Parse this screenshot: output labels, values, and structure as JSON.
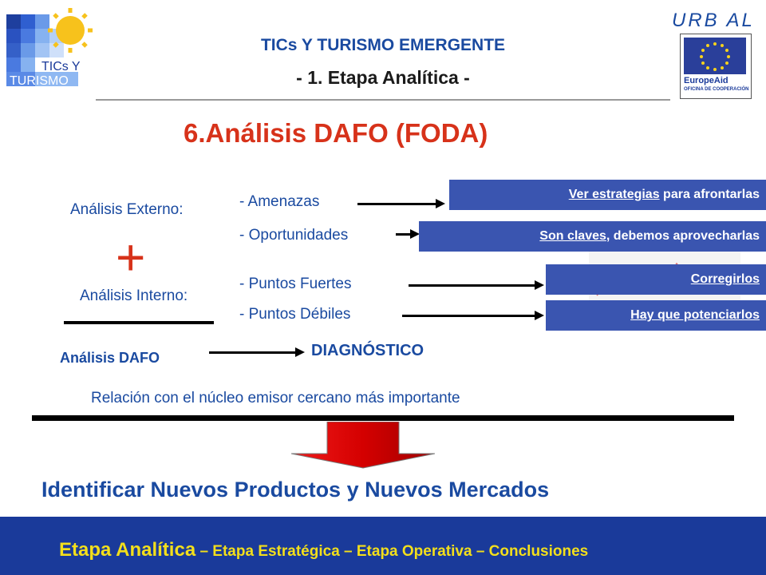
{
  "logo_left": {
    "line1": "TICs Y",
    "line2": "TURISMO"
  },
  "logo_right": {
    "brand": "URB AL",
    "eu_name": "EuropeAid",
    "eu_sub": "OFICINA DE COOPERACIÓN"
  },
  "header": {
    "title": "TICs Y TURISMO EMERGENTE",
    "subtitle": "- 1. Etapa Analítica -"
  },
  "heading": "6.Análisis DAFO (FODA)",
  "labels": {
    "externo": "Análisis Externo:",
    "interno": "Análisis Interno:",
    "plus": "+"
  },
  "items": {
    "amenazas": "- Amenazas",
    "oportunidades": "- Oportunidades",
    "fuertes": "- Puntos Fuertes",
    "debiles": "- Puntos Débiles"
  },
  "boxes": {
    "amenazas_u": "Ver estrategias",
    "amenazas_rest": " para afrontarlas",
    "oportunidades_u": "Son claves",
    "oportunidades_rest": ", debemos aprovecharlas",
    "fuertes": "Corregirlos",
    "debiles": "Hay que potenciarlos"
  },
  "dafo_label": "Análisis DAFO",
  "diagnostico": "DIAGNÓSTICO",
  "relacion": "Relación con el núcleo emisor cercano más importante",
  "identificar": "Identificar Nuevos Productos y Nuevos Mercados",
  "footer": {
    "current": "Etapa Analítica",
    "rest": " – Etapa Estratégica – Etapa Operativa – Conclusiones"
  },
  "colors": {
    "brand_blue": "#1a4aa0",
    "accent_red": "#d7321a",
    "box_blue": "#3a55b0",
    "footer_bg": "#1a3a9a",
    "footer_text": "#f3df1b"
  }
}
